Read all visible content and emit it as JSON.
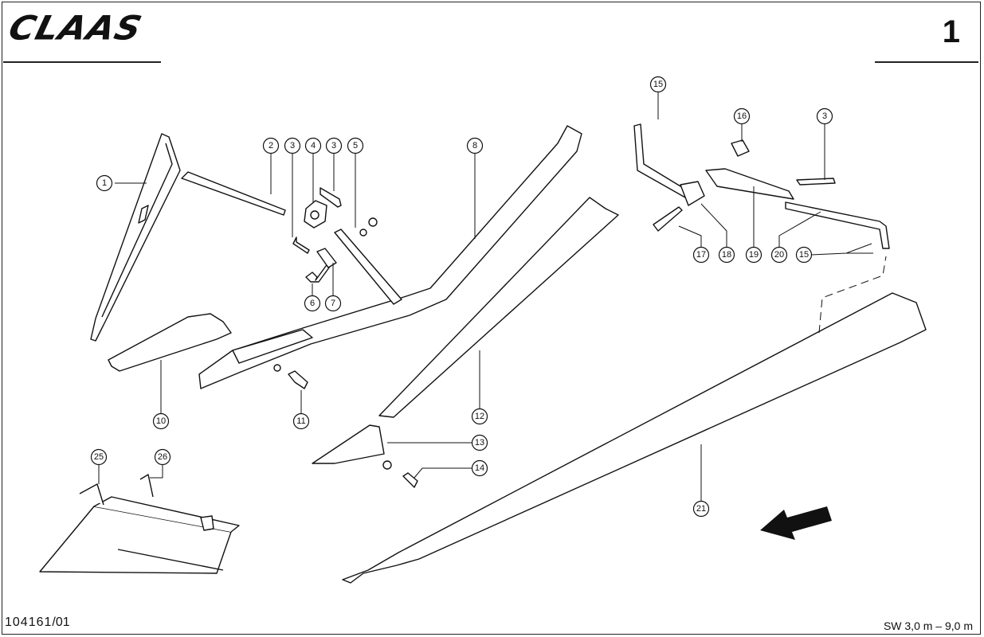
{
  "header": {
    "brand": "CLAAS",
    "page_number": "1"
  },
  "footer": {
    "doc_number": "104161",
    "doc_suffix": "/01",
    "working_width": "SW 3,0 m – 9,0 m"
  },
  "callouts": [
    "1",
    "2",
    "3",
    "4",
    "3",
    "5",
    "8",
    "15",
    "16",
    "3",
    "17",
    "18",
    "19",
    "20",
    "15",
    "6",
    "7",
    "10",
    "11",
    "12",
    "13",
    "14",
    "21",
    "25",
    "26"
  ]
}
